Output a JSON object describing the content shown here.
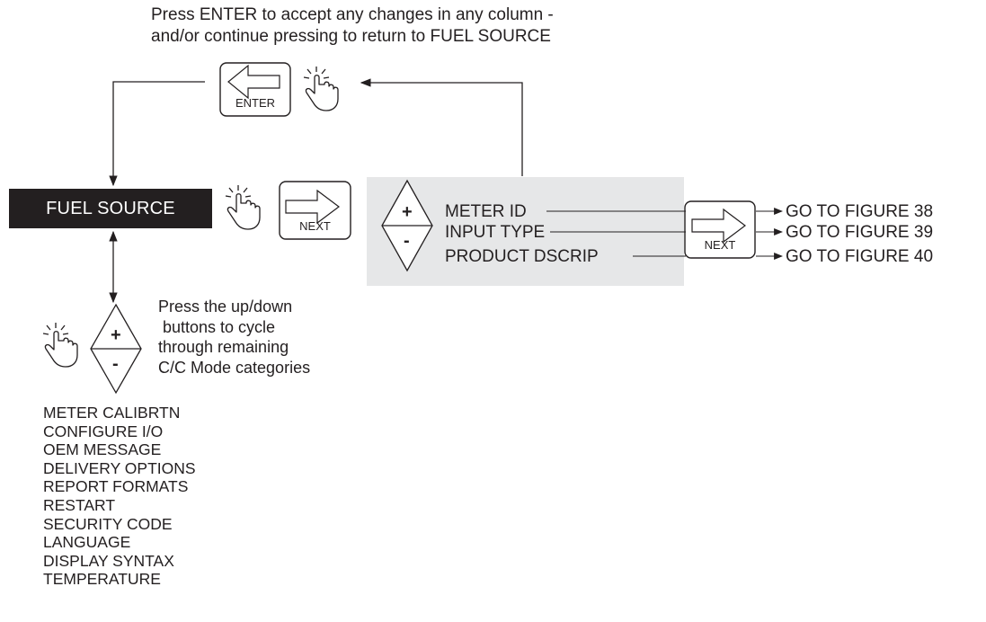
{
  "instructions": {
    "top_line1": "Press ENTER to accept any changes in any column -",
    "top_line2": "and/or continue pressing to return to FUEL SOURCE",
    "cycle_line1": "Press the up/down",
    "cycle_line2": " buttons to cycle",
    "cycle_line3": "through remaining",
    "cycle_line4": "C/C Mode categories"
  },
  "keys": {
    "enter_label": "ENTER",
    "next_label_1": "NEXT",
    "next_label_2": "NEXT",
    "plus": "+",
    "minus": "-"
  },
  "fuel_source": {
    "label": "FUEL SOURCE"
  },
  "submenu": {
    "items": [
      "METER ID",
      "INPUT TYPE",
      "PRODUCT DSCRIP"
    ],
    "targets": [
      "GO TO FIGURE 38",
      "GO TO FIGURE 39",
      "GO TO FIGURE 40"
    ]
  },
  "categories": [
    "METER CALIBRTN",
    "CONFIGURE I/O",
    "OEM MESSAGE",
    "DELIVERY OPTIONS",
    "REPORT FORMATS",
    "RESTART",
    "SECURITY CODE",
    "LANGUAGE",
    "DISPLAY SYNTAX",
    "TEMPERATURE"
  ],
  "colors": {
    "ink": "#231f20",
    "fuel_box": "#231f20",
    "submenu_panel": "#e6e7e8"
  },
  "icons": [
    "pointing-hand-icon",
    "enter-key-icon",
    "next-key-icon",
    "up-down-key-icon",
    "arrow-icon"
  ]
}
